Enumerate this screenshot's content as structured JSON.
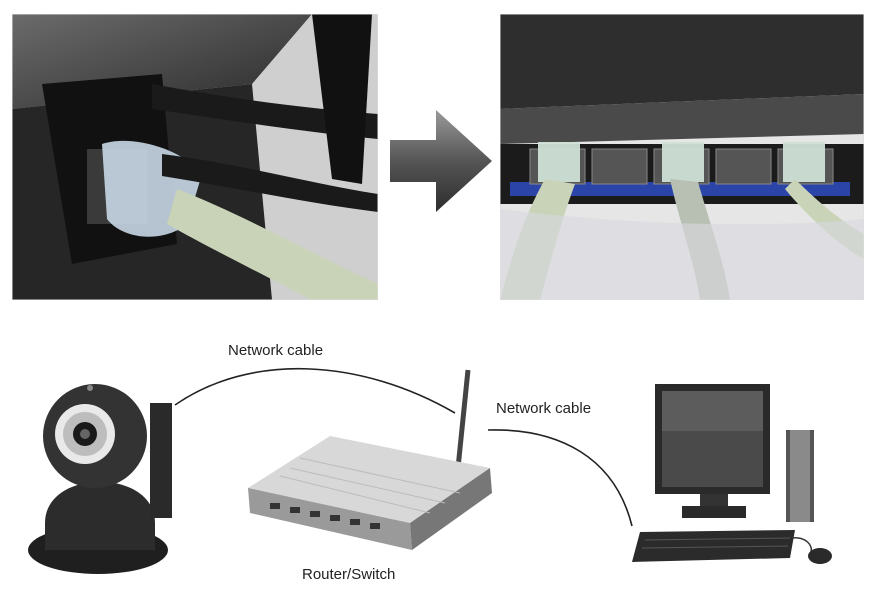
{
  "labels": {
    "cable_camera_router": "Network cable",
    "cable_router_pc": "Network cable",
    "router": "Router/Switch"
  },
  "icons": {
    "top_left_photo": "router-port-cable-photo-icon",
    "arrow": "right-arrow-icon",
    "top_right_photo": "switch-ports-cables-photo-icon",
    "camera": "ip-camera-icon",
    "router": "router-switch-icon",
    "computer": "desktop-computer-icon"
  },
  "colors": {
    "cable": "#c9d3b8",
    "router_body": "#d8d8d8",
    "dark": "#1e1e1e"
  }
}
